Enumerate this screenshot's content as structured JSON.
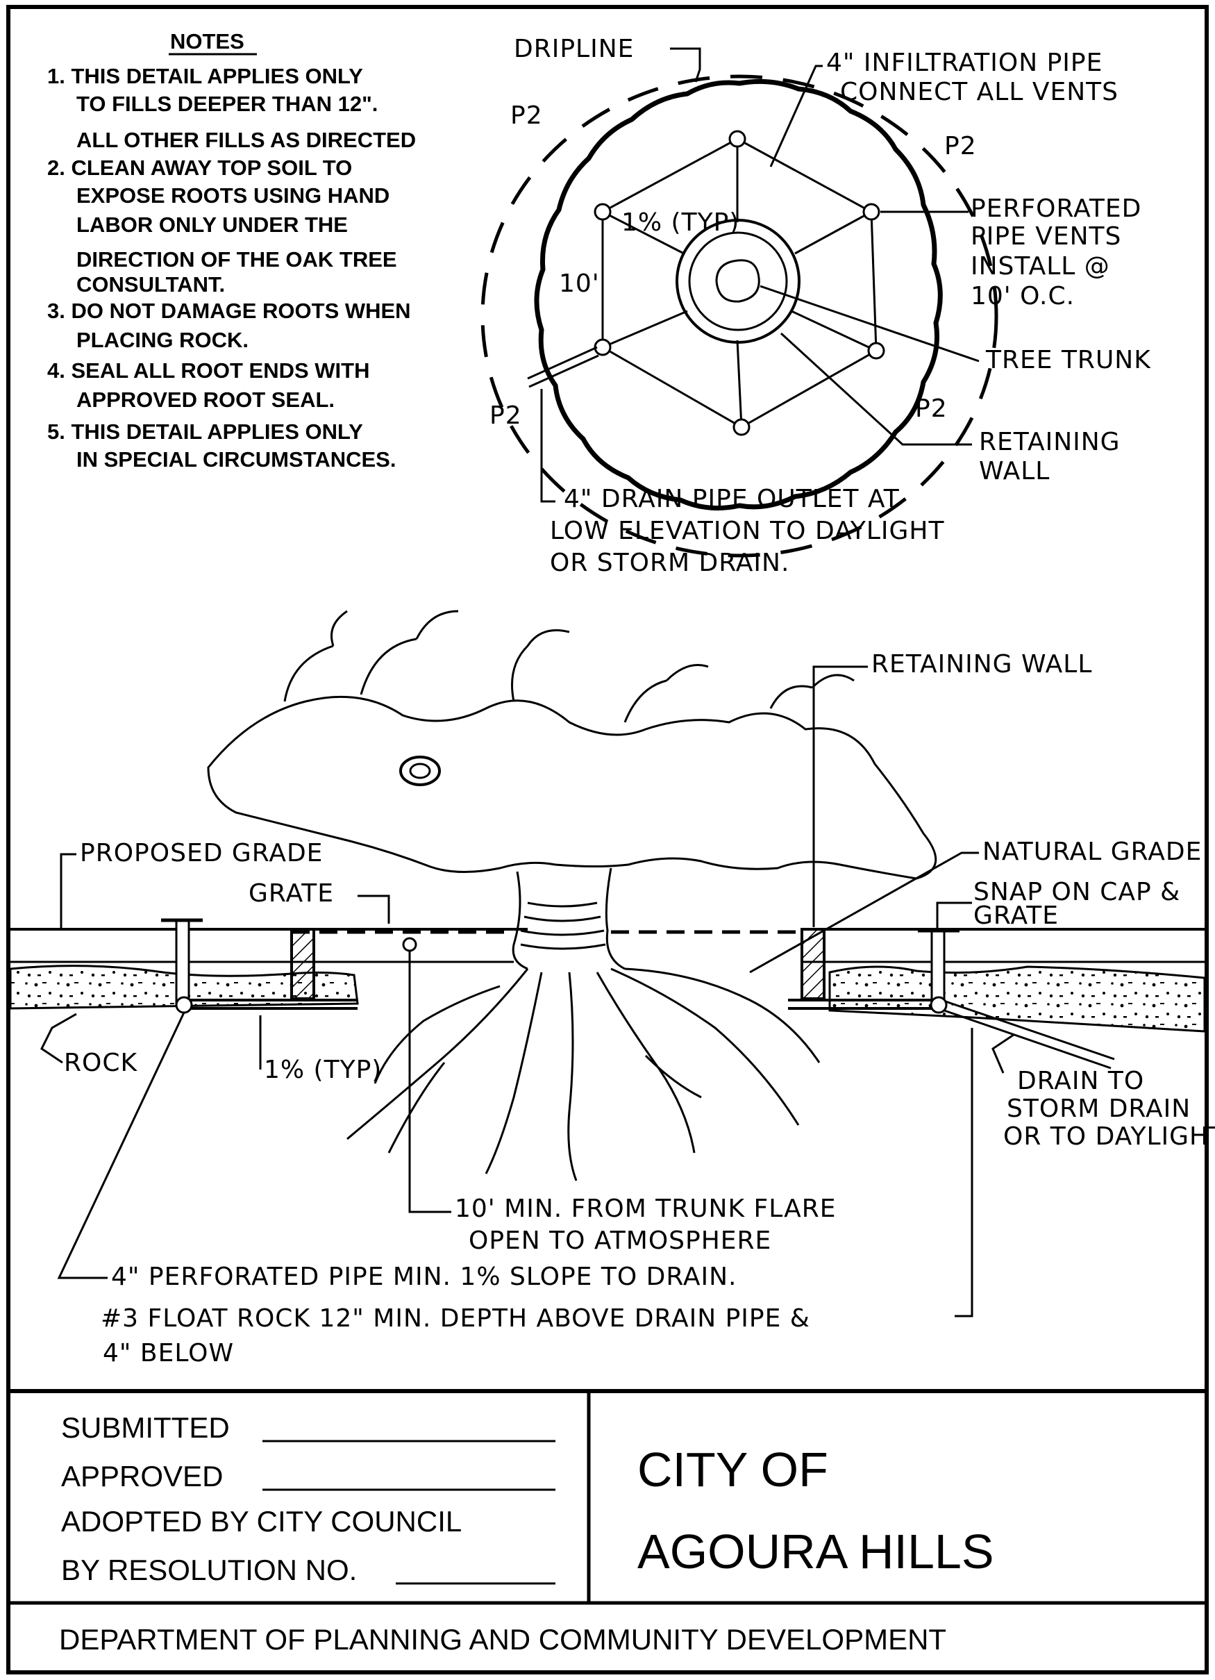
{
  "notes": {
    "title": "NOTES",
    "lines": [
      "1. THIS DETAIL APPLIES ONLY",
      "TO FILLS DEEPER THAN 12\".",
      "ALL OTHER FILLS AS DIRECTED",
      "2. CLEAN AWAY TOP SOIL TO",
      "EXPOSE ROOTS USING HAND",
      "LABOR ONLY UNDER THE",
      "DIRECTION OF THE OAK TREE",
      "CONSULTANT.",
      "3. DO NOT DAMAGE ROOTS WHEN",
      "PLACING ROCK.",
      "4. SEAL ALL ROOT ENDS WITH",
      "APPROVED ROOT SEAL.",
      "5. THIS DETAIL APPLIES ONLY",
      "IN SPECIAL CIRCUMSTANCES."
    ]
  },
  "plan": {
    "dripline": "DRIPLINE",
    "infiltration_1": "4\" INFILTRATION PIPE",
    "infiltration_2": "CONNECT ALL VENTS",
    "vents_1": "PERFORATED",
    "vents_2": "PIPE VENTS",
    "vents_3": "INSTALL @",
    "vents_4": "10' O.C.",
    "trunk": "TREE TRUNK",
    "wall_1": "RETAINING",
    "wall_2": "WALL",
    "slope": "1% (TYP)",
    "spacing": "10'",
    "p2_a": "P2",
    "p2_b": "P2",
    "p2_c": "P2",
    "p2_d": "P2",
    "outlet_1": "4\" DRAIN PIPE OUTLET AT",
    "outlet_2": "LOW ELEVATION TO DAYLIGHT",
    "outlet_3": "OR STORM DRAIN."
  },
  "section": {
    "retaining_wall": "RETAINING WALL",
    "proposed_grade": "PROPOSED GRADE",
    "natural_grade": "NATURAL GRADE",
    "grate": "GRATE",
    "snap_cap_1": "SNAP ON CAP &",
    "snap_cap_2": "GRATE",
    "rock": "ROCK",
    "slope": "1% (TYP)",
    "drain_1": "DRAIN TO",
    "drain_2": "STORM DRAIN",
    "drain_3": "OR TO DAYLIGHT",
    "min_1": "10' MIN. FROM TRUNK FLARE",
    "min_2": "OPEN TO ATMOSPHERE",
    "perforated": "4\" PERFORATED PIPE MIN. 1% SLOPE TO DRAIN.",
    "float_1": "#3 FLOAT ROCK 12\" MIN. DEPTH ABOVE DRAIN PIPE &",
    "float_2": "4\" BELOW"
  },
  "title_block": {
    "submitted": "SUBMITTED",
    "approved": "APPROVED",
    "adopted_1": "ADOPTED BY CITY COUNCIL",
    "adopted_2": "BY RESOLUTION NO.",
    "city_1": "CITY OF",
    "city_2": "AGOURA HILLS",
    "department": "DEPARTMENT OF PLANNING AND COMMUNITY DEVELOPMENT"
  }
}
